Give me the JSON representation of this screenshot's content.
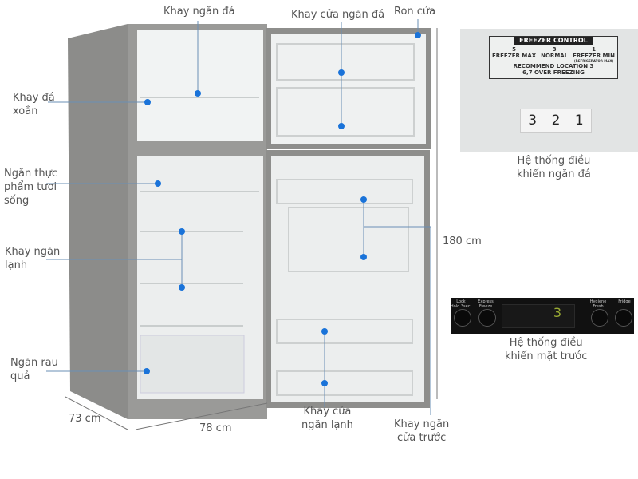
{
  "labels": {
    "ice_tray": "Khay ngăn đá",
    "freezer_door_tray": "Khay cửa ngăn đá",
    "door_gasket": "Ron cửa",
    "twist_ice": [
      "Khay đá",
      "xoắn"
    ],
    "fresh_food": [
      "Ngăn thực",
      "phẩm tươi",
      "sống"
    ],
    "fridge_shelf": [
      "Khay ngăn",
      "lạnh"
    ],
    "vegetable": [
      "Ngăn rau",
      "quả"
    ],
    "fridge_door_tray": [
      "Khay cửa",
      "ngăn lạnh"
    ],
    "front_door_tray": [
      "Khay ngăn",
      "cửa trước"
    ]
  },
  "dimensions": {
    "height": "180 cm",
    "depth": "73 cm",
    "width": "78 cm"
  },
  "freezer_control": {
    "title": "FREEZER CONTROL",
    "max": "FREEZER MAX",
    "max_num": "5",
    "normal": "NORMAL",
    "normal_num": "3",
    "min": "FREEZER MIN",
    "min_num": "1",
    "min_sub": "(REFRIGERATOR MAX)",
    "recommend": "RECOMMEND LOCATION",
    "recommend_num": "3",
    "over": "6,7 OVER FREEZING",
    "dial": [
      "3",
      "2",
      "1"
    ],
    "caption": [
      "Hệ thống điều",
      "khiển ngăn đá"
    ]
  },
  "front_panel": {
    "lock": "Lock",
    "lock_sub": "Hold 3sec.",
    "express": "Express Freeze",
    "hygiene": "Hygiene Fresh",
    "fridge": "Fridge",
    "display": "3",
    "caption": [
      "Hệ thống điều",
      "khiển mặt trước"
    ]
  },
  "colors": {
    "marker": "#1a73d9",
    "line": "#6a8fb5"
  }
}
